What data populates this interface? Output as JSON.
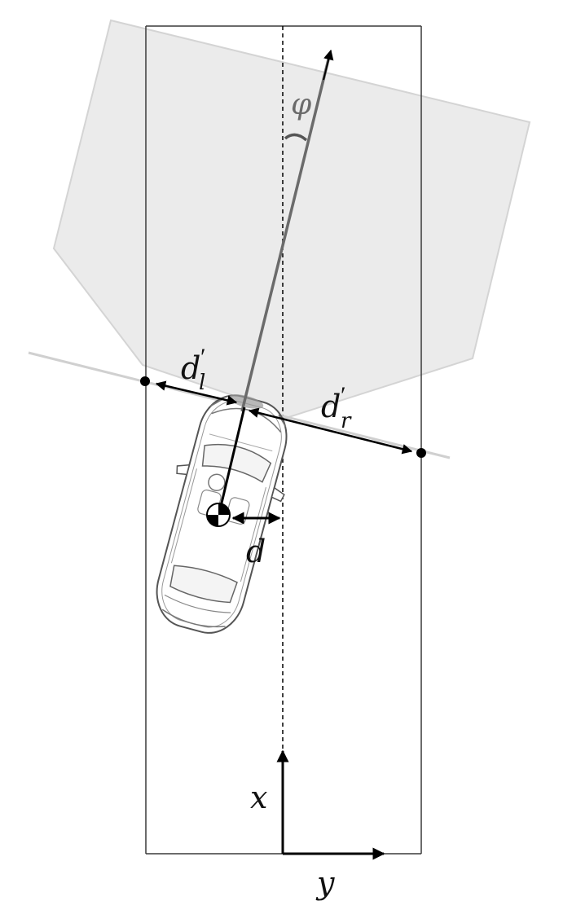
{
  "labels": {
    "phi": "φ",
    "d_left_base": "d",
    "d_left_sub": "l",
    "d_right_base": "d",
    "d_right_sub": "r",
    "prime": "′",
    "d": "d",
    "x_axis": "x",
    "y_axis": "y"
  },
  "colors": {
    "lane_line": "#3a3a3a",
    "camera_fov": "#ebebeb",
    "heading_line": "#6b6b6b",
    "arrows": "#000000"
  },
  "icons": {
    "vehicle": "car-top-view-icon",
    "center_of_gravity": "center-of-gravity-icon"
  }
}
